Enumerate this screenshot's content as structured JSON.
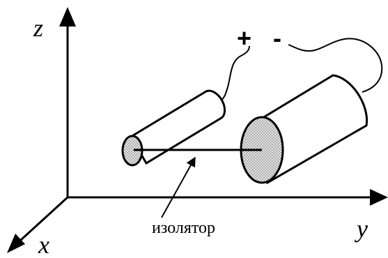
{
  "axes": {
    "x_label": "x",
    "y_label": "y",
    "z_label": "z"
  },
  "terminals": {
    "plus": "+",
    "minus": "-"
  },
  "annotation": {
    "insulator_label": "изолятор"
  },
  "colors": {
    "stroke": "#000000",
    "end_cap_fill": "#d0d0d0",
    "background": "#ffffff"
  }
}
